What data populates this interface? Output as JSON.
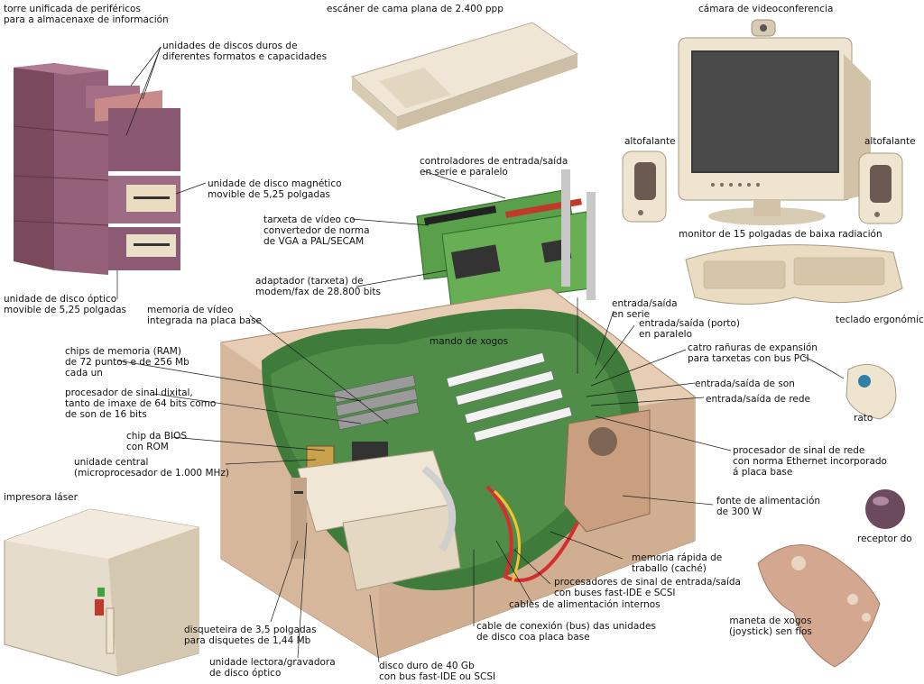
{
  "labels": {
    "tower": [
      "torre unificada de periféricos",
      "para a almacenaxe de información"
    ],
    "hdd_units": [
      "unidades de discos duros de",
      "diferentes formatos e capacidades"
    ],
    "floppy_525": [
      "unidade de disco magnético",
      "movible de 5,25 polgadas"
    ],
    "optical_525": [
      "unidade de disco óptico",
      "movible de 5,25 polgadas"
    ],
    "scanner": [
      "escáner de cama plana de 2.400 ppp"
    ],
    "webcam": [
      "cámara de videoconferencia"
    ],
    "speaker_left": [
      "altofalante"
    ],
    "speaker_right": [
      "altofalante"
    ],
    "monitor": [
      "monitor de 15 polgadas de baixa radiación"
    ],
    "io_controllers": [
      "controladores de entrada/saída",
      "en serie e paralelo"
    ],
    "video_card": [
      "tarxeta de vídeo co",
      "convertedor de norma",
      "de VGA a PAL/SECAM"
    ],
    "modem": [
      "adaptador (tarxeta) de",
      "modem/fax de 28.800 bits"
    ],
    "video_memory": [
      "memoria de vídeo",
      "integrada na placa base"
    ],
    "game_port": [
      "mando de xogos"
    ],
    "serial_io": [
      "entrada/saída",
      "en serie"
    ],
    "parallel_io": [
      "entrada/saída (porto)",
      "en paralelo"
    ],
    "pci_slots": [
      "catro rañuras de expansión",
      "para tarxetas con bus PCI"
    ],
    "keyboard": [
      "teclado ergonómico"
    ],
    "ram": [
      "chips de memoria (RAM)",
      "de 72 puntos e de 256 Mb",
      "cada un"
    ],
    "dsp": [
      "procesador de sinal dixital,",
      "tanto de imaxe de 64 bits como",
      "de son de 16 bits"
    ],
    "sound_io": [
      "entrada/saída de son"
    ],
    "network_io": [
      "entrada/saída de rede"
    ],
    "mouse": [
      "rato"
    ],
    "bios": [
      "chip da BIOS",
      "con ROM"
    ],
    "cpu": [
      "unidade central",
      "(microprocesador de 1.000 MHz)"
    ],
    "ethernet": [
      "procesador de sinal de rede",
      "con norma Ethernet incorporado",
      "á placa base"
    ],
    "printer": [
      "impresora láser"
    ],
    "power_supply": [
      "fonte de alimentación",
      "de 300 W"
    ],
    "receiver": [
      "receptor do"
    ],
    "cache": [
      "memoria rápida de",
      "traballo (caché)"
    ],
    "io_processors": [
      "procesadores de sinal de entrada/saída",
      "con buses fast-IDE e SCSI"
    ],
    "power_cables": [
      "cables de alimentación internos"
    ],
    "bus_cable": [
      "cable de conexión (bus) das unidades",
      "de disco coa placa base"
    ],
    "joystick": [
      "maneta de xogos",
      "(joystick) sen fíos"
    ],
    "floppy_35": [
      "disqueteira de 3,5 polgadas",
      "para disquetes de 1,44 Mb"
    ],
    "optical_rw": [
      "unidade lectora/gravadora",
      "de disco óptico"
    ],
    "hdd_40": [
      "disco duro de 40 Gb",
      "con bus fast-IDE ou SCSI"
    ]
  }
}
